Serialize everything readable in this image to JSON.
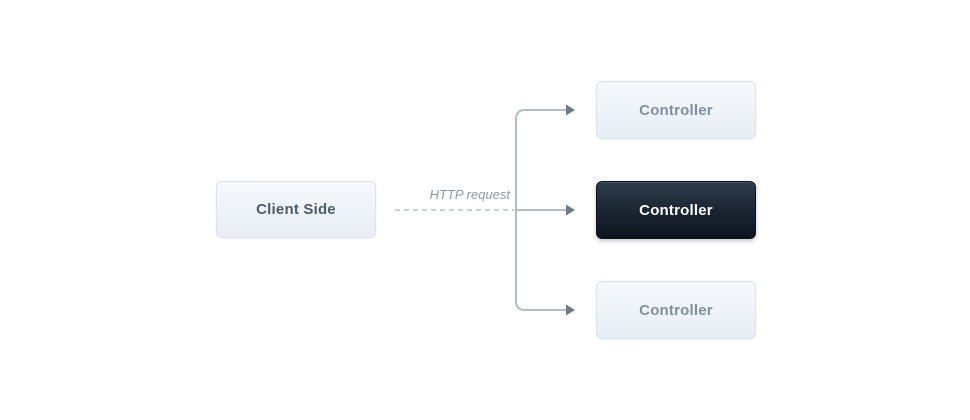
{
  "diagram": {
    "client": {
      "label": "Client Side"
    },
    "edge_label": "HTTP request",
    "controllers": [
      {
        "label": "Controller",
        "variant": "light"
      },
      {
        "label": "Controller",
        "variant": "dark"
      },
      {
        "label": "Controller",
        "variant": "light"
      }
    ],
    "colors": {
      "background": "#ffffff",
      "light_node_bg_top": "#f6f9fc",
      "light_node_bg_bottom": "#e7edf4",
      "light_node_border": "#dce3ec",
      "light_node_text": "#8090a0",
      "client_text": "#4e5b69",
      "dark_node_bg_top": "#2e3c4c",
      "dark_node_bg_bottom": "#0d141d",
      "dark_node_text": "#ffffff",
      "connector_line": "#b3bbc6",
      "connector_dash": "#c7ced6",
      "arrowhead": "#6e7987",
      "edge_label_text": "#8d98a6"
    }
  }
}
